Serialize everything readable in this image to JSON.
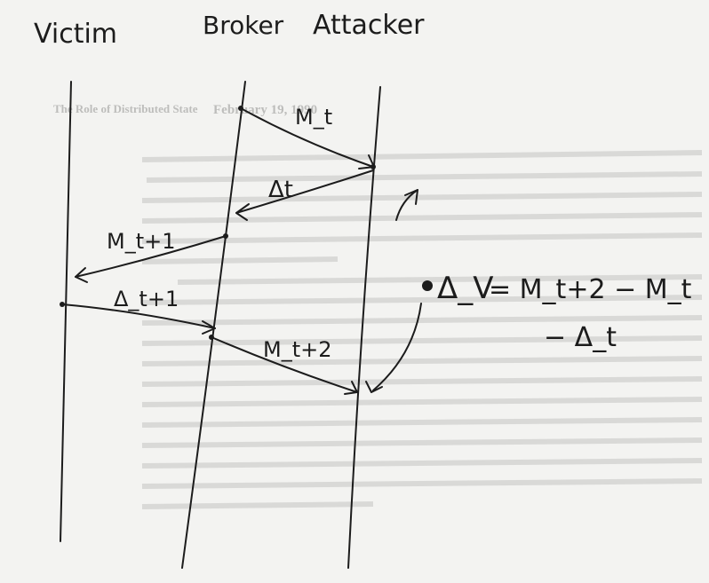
{
  "columns": {
    "victim": "Victim",
    "broker": "Broker",
    "attacker": "Attacker"
  },
  "messages": {
    "m_t": "M_t",
    "delta_t": "Δt",
    "m_t1": "M_t+1",
    "delta_t1": "Δ_t+1",
    "m_t2": "M_t+2"
  },
  "equation": {
    "lhs": "Δ_V",
    "rhs": "= M_t+2 − M_t",
    "tail": "− Δ_t"
  },
  "background": {
    "date": "February 19, 1990",
    "heading": "The Role of Distributed State"
  }
}
